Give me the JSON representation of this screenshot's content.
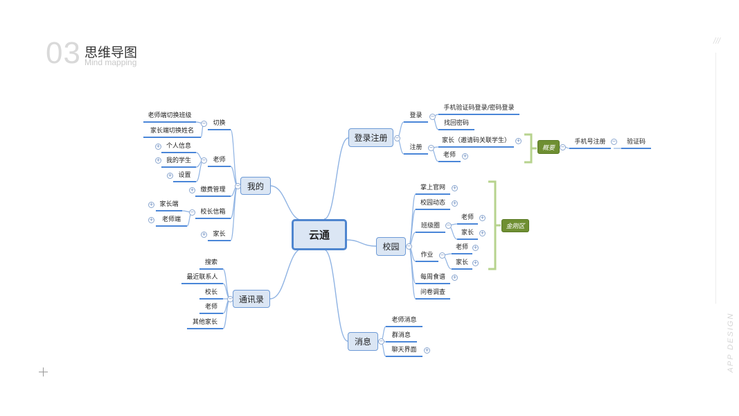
{
  "header": {
    "number": "03",
    "title": "思维导图",
    "subtitle": "Mind mapping"
  },
  "side": {
    "slashes": "///",
    "label": "APP DESIGN"
  },
  "colors": {
    "node_border": "#4f86cf",
    "node_fill": "#dbe6f4",
    "underline": "#4a86d8",
    "summary": "#6f8f32",
    "bracket": "#b7d38e"
  },
  "root": "云通",
  "mine": {
    "label": "我的",
    "switch": "切换",
    "switch_children": [
      "老师端切换班级",
      "家长端切换姓名"
    ],
    "teacher": "老师",
    "teacher_children": [
      "个人信息",
      "我的学生",
      "设置"
    ],
    "fees": "缴费管理",
    "mailbox": "校长信箱",
    "mailbox_children": [
      "家长端",
      "老师端"
    ],
    "parent": "家长"
  },
  "contacts": {
    "label": "通讯录",
    "children": [
      "搜索",
      "最近联系人",
      "校长",
      "老师",
      "其他家长"
    ]
  },
  "messages": {
    "label": "消息",
    "children": [
      "老师消息",
      "群消息",
      "聊天界面"
    ]
  },
  "auth": {
    "label": "登录注册",
    "login": "登录",
    "login_children": [
      "手机验证码登录/密码登录",
      "找回密码"
    ],
    "register": "注册",
    "register_children": [
      "家长（邀请码关联学生）",
      "老师"
    ],
    "summary": "概要",
    "phone_register": "手机号注册",
    "verify_code": "验证码"
  },
  "campus": {
    "label": "校园",
    "official": "掌上官网",
    "news": "校园动态",
    "class_circle": "班级圈",
    "class_children": [
      "老师",
      "家长"
    ],
    "homework": "作业",
    "homework_children": [
      "老师",
      "家长"
    ],
    "menu": "每周食谱",
    "survey": "问卷调查",
    "summary": "金刚区"
  }
}
